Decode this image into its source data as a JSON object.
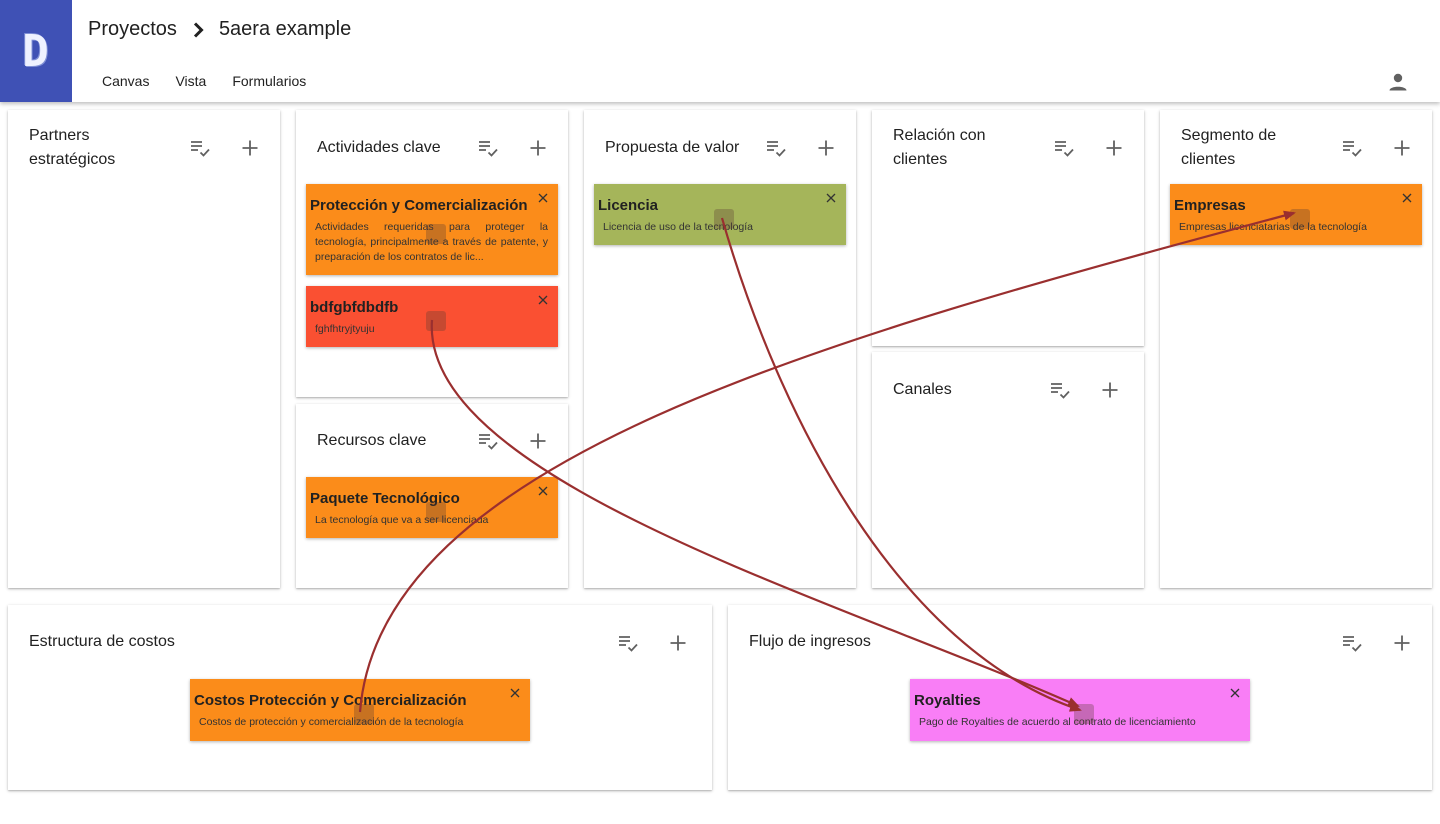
{
  "header": {
    "logo_letter": "D",
    "breadcrumb": {
      "root": "Proyectos",
      "current": "5aera example"
    },
    "tabs": [
      "Canvas",
      "Vista",
      "Formularios"
    ]
  },
  "colors": {
    "logo_bg": "#3f51b5",
    "note_orange": "#fb8c1a",
    "note_red": "#fa5032",
    "note_green": "#a5b55a",
    "note_pink": "#f97ef6",
    "arrow": "#9a2f2f"
  },
  "blocks": {
    "partners": {
      "title_line1": "Partners",
      "title_line2": "estratégicos"
    },
    "actividades": {
      "title": "Actividades clave"
    },
    "recursos": {
      "title": "Recursos clave"
    },
    "propuesta": {
      "title": "Propuesta de valor"
    },
    "relacion": {
      "title_line1": "Relación con",
      "title_line2": "clientes"
    },
    "canales": {
      "title": "Canales"
    },
    "segmento": {
      "title_line1": "Segmento de",
      "title_line2": "clientes"
    },
    "costos": {
      "title": "Estructura de costos"
    },
    "ingresos": {
      "title": "Flujo de ingresos"
    }
  },
  "notes": {
    "proteccion": {
      "title": "Protección y Comercialización",
      "desc": "Actividades requeridas para proteger la tecnología, principalmente a través de patente, y preparación de los contratos de lic..."
    },
    "bdfg": {
      "title": "bdfgbfdbdfb",
      "desc": "fghfhtryjtyuju"
    },
    "paquete": {
      "title": "Paquete Tecnológico",
      "desc": "La tecnología que va a ser licenciada"
    },
    "licencia": {
      "title": "Licencia",
      "desc": "Licencia de uso de la tecnología"
    },
    "empresas": {
      "title": "Empresas",
      "desc": "Empresas licenciatarias de la tecnología"
    },
    "costos": {
      "title": "Costos Protección y Comercialización",
      "desc": "Costos de protección y comercialización de la tecnología"
    },
    "royalties": {
      "title": "Royalties",
      "desc": "Pago de Royalties de acuerdo al contrato de licenciamiento"
    }
  },
  "icons": {
    "list": "playlist-check-icon",
    "add": "plus-icon",
    "close": "close-icon",
    "account": "account-icon",
    "chevron": "chevron-right-icon"
  }
}
